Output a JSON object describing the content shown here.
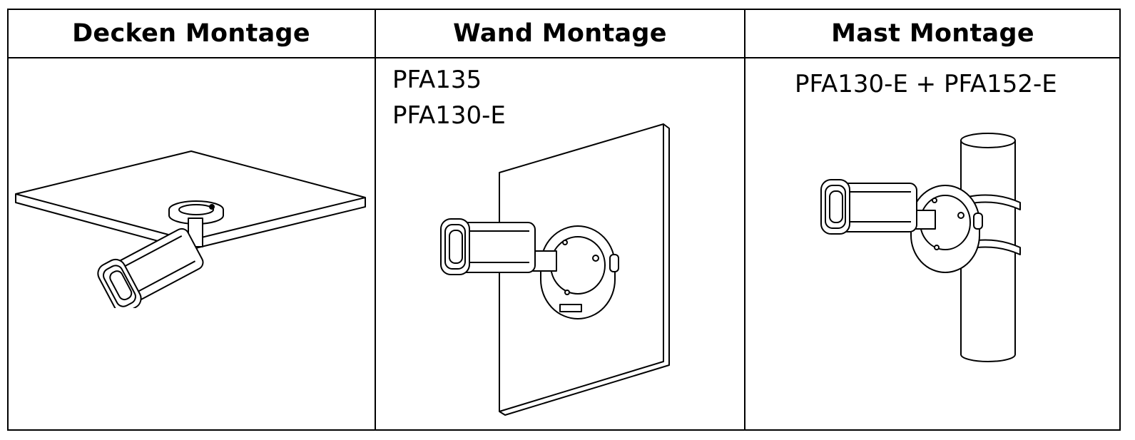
{
  "columns": [
    {
      "header": "Decken Montage",
      "accessories": []
    },
    {
      "header": "Wand Montage",
      "accessories": [
        "PFA135",
        "PFA130-E"
      ]
    },
    {
      "header": "Mast Montage",
      "accessories": [
        "PFA130-E + PFA152-E"
      ]
    }
  ]
}
